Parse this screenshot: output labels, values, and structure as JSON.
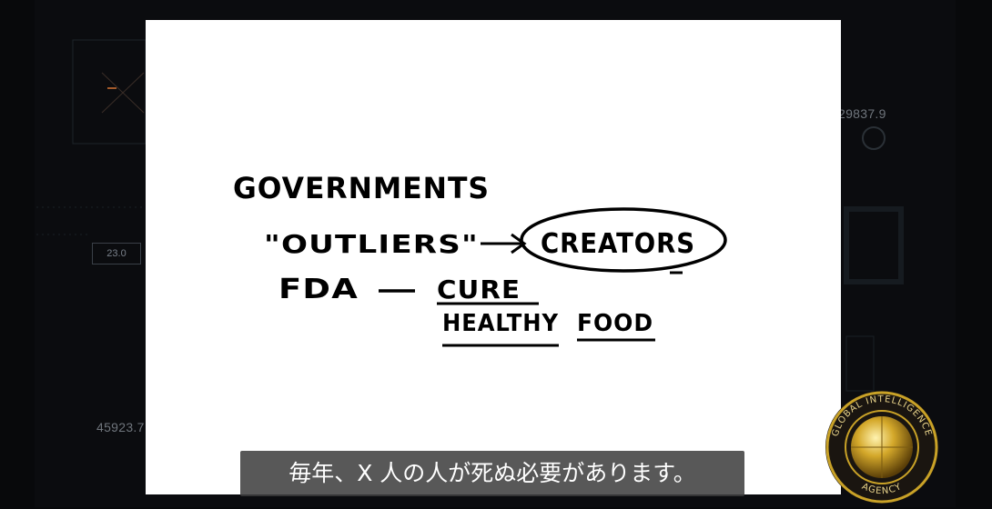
{
  "background_hud": {
    "readout_right": "29837.9",
    "readout_bottom": "45923.7",
    "readout_box": "23.0"
  },
  "whiteboard": {
    "line1": "GOVERNMENTS",
    "outliers": "\"OUTLIERS\"",
    "creators": "CREATORS",
    "fda": "FDA",
    "cure": "CURE",
    "healthy": "HEALTHY",
    "food": "FOOD"
  },
  "subtitle": "毎年、X 人の人が死ぬ必要があります。",
  "seal": {
    "top_text": "GLOBAL INTELLIGENCE",
    "bottom_text": "AGENCY"
  },
  "colors": {
    "background": "#08090b",
    "whiteboard": "#ffffff",
    "ink": "#000000",
    "subtitle_bg": "#3c3c3c",
    "seal_gold": "#c9a227"
  }
}
